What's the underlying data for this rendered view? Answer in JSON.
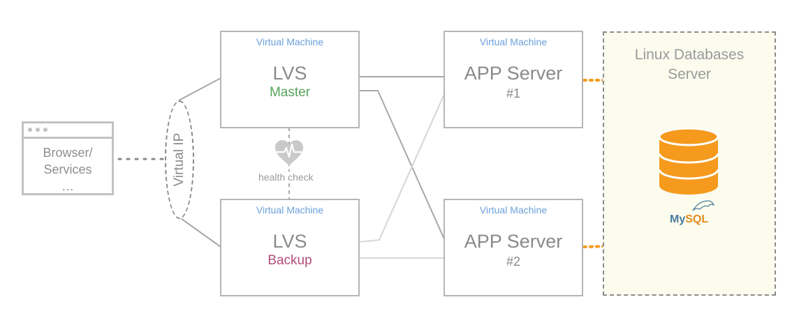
{
  "client": {
    "line1": "Browser/",
    "line2": "Services",
    "line3": "…"
  },
  "virtual_ip": {
    "label": "Virtual IP"
  },
  "lvs_master": {
    "vm_label": "Virtual Machine",
    "title": "LVS",
    "role": "Master",
    "role_color": "#55a35a"
  },
  "lvs_backup": {
    "vm_label": "Virtual Machine",
    "title": "LVS",
    "role": "Backup",
    "role_color": "#b34d78"
  },
  "health_check": {
    "label": "health check",
    "icon": "heart-pulse-icon",
    "color": "#c9c9c9"
  },
  "app1": {
    "vm_label": "Virtual Machine",
    "title": "APP Server",
    "number": "#1"
  },
  "app2": {
    "vm_label": "Virtual Machine",
    "title": "APP Server",
    "number": "#2"
  },
  "db_server": {
    "line1": "Linux Databases",
    "line2": "Server",
    "bg_color": "#fbfbee"
  },
  "database": {
    "icon": "database-icon",
    "color": "#f59a1d",
    "logo_part1": "My",
    "logo_part2": "SQL",
    "logo_color1": "#4a7c9b",
    "logo_color2": "#e48a1b"
  }
}
